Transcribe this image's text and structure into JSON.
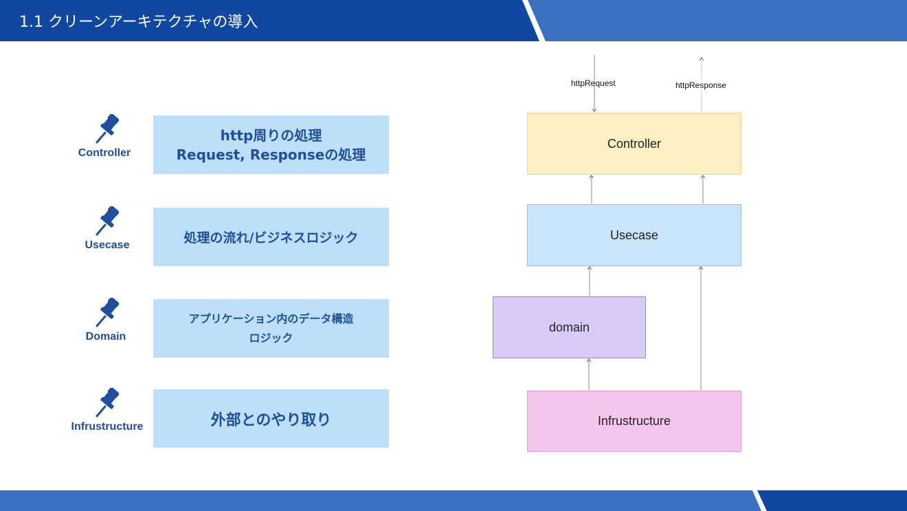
{
  "header": {
    "title": "1.1 クリーンアーキテクチャの導入",
    "colors": {
      "dark": "#0f47a1",
      "light": "#3b6fbf"
    }
  },
  "layers": [
    {
      "label": "Controller",
      "icon": "pushpin-icon",
      "lines": [
        "http周りの処理",
        "Request, Responseの処理"
      ]
    },
    {
      "label": "Usecase",
      "icon": "pushpin-icon",
      "lines": [
        "処理の流れ/ビジネスロジック"
      ]
    },
    {
      "label": "Domain",
      "icon": "pushpin-icon",
      "lines": [
        "アプリケーション内のデータ構造",
        "ロジック"
      ]
    },
    {
      "label": "Infrustructure",
      "icon": "pushpin-icon",
      "lines": [
        "外部とのやり取り"
      ]
    }
  ],
  "diagram": {
    "request_label": "httpRequest",
    "response_label": "httpResponse",
    "boxes": {
      "controller": {
        "label": "Controller",
        "fill": "#fcefc4",
        "stroke": "#f2d387"
      },
      "usecase": {
        "label": "Usecase",
        "fill": "#c9e4fb",
        "stroke": "#8fbfea"
      },
      "domain": {
        "label": "domain",
        "fill": "#d9ccf9",
        "stroke": "#9b7fd9"
      },
      "infrastructure": {
        "label": "Infrustructure",
        "fill": "#f5c6ee",
        "stroke": "#e09ad5"
      }
    }
  }
}
